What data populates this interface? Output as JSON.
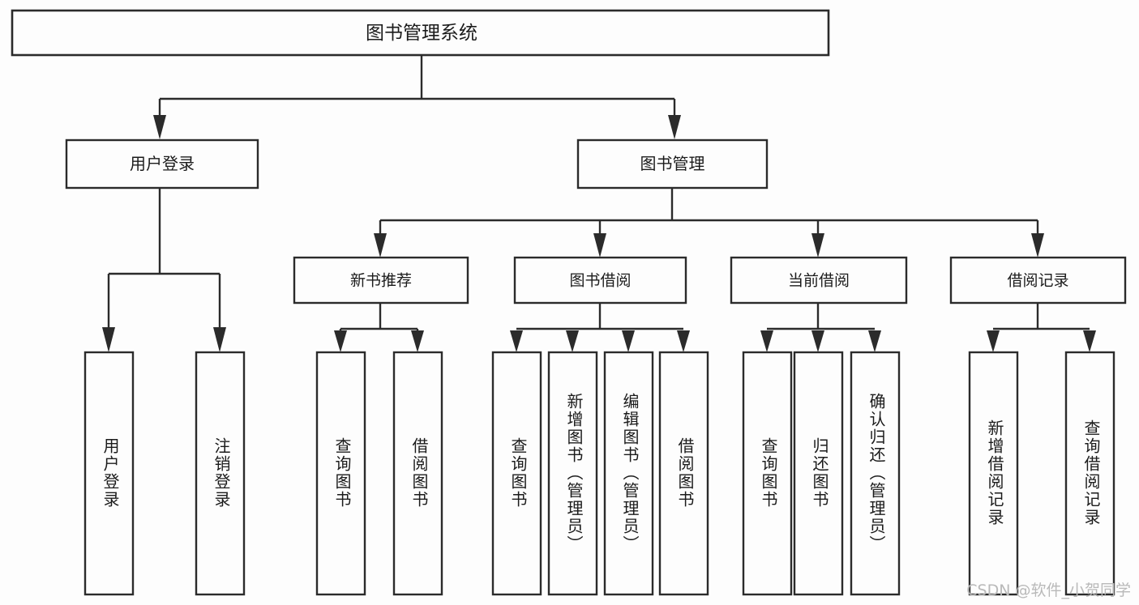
{
  "diagram": {
    "title": "图书管理系统",
    "type": "hierarchy-tree",
    "orientation": "top-down",
    "watermark": "CSDN @软件_小贺同学",
    "colors": {
      "background": "#fdfdfd",
      "line": "#2b2b2b",
      "box_fill": "#fdfdfd",
      "box_stroke": "#2b2b2b",
      "text": "#1b1b1b",
      "watermark": "#b9b9b9"
    }
  },
  "root": {
    "label": "图书管理系统"
  },
  "level1": [
    {
      "label": "用户登录"
    },
    {
      "label": "图书管理"
    }
  ],
  "level2": [
    {
      "label": "新书推荐"
    },
    {
      "label": "图书借阅"
    },
    {
      "label": "当前借阅"
    },
    {
      "label": "借阅记录"
    }
  ],
  "leaves": {
    "user_login": [
      {
        "label": "用户登录"
      },
      {
        "label": "注销登录"
      }
    ],
    "new_book_recommend": [
      {
        "label": "查询图书"
      },
      {
        "label": "借阅图书"
      }
    ],
    "book_borrow": [
      {
        "label": "查询图书"
      },
      {
        "label": "新增图书（管理员）"
      },
      {
        "label": "编辑图书（管理员）"
      },
      {
        "label": "借阅图书"
      }
    ],
    "current_borrow": [
      {
        "label": "查询图书"
      },
      {
        "label": "归还图书"
      },
      {
        "label": "确认归还（管理员）"
      }
    ],
    "borrow_record": [
      {
        "label": "新增借阅记录"
      },
      {
        "label": "查询借阅记录"
      }
    ]
  },
  "chart_data": {
    "type": "table",
    "title": "图书管理系统",
    "nodes": [
      {
        "id": "root",
        "label": "图书管理系统",
        "level": 0,
        "parent": null
      },
      {
        "id": "l1-0",
        "label": "用户登录",
        "level": 1,
        "parent": "root"
      },
      {
        "id": "l1-1",
        "label": "图书管理",
        "level": 1,
        "parent": "root"
      },
      {
        "id": "l2-0",
        "label": "新书推荐",
        "level": 2,
        "parent": "l1-1"
      },
      {
        "id": "l2-1",
        "label": "图书借阅",
        "level": 2,
        "parent": "l1-1"
      },
      {
        "id": "l2-2",
        "label": "当前借阅",
        "level": 2,
        "parent": "l1-1"
      },
      {
        "id": "l2-3",
        "label": "借阅记录",
        "level": 2,
        "parent": "l1-1"
      },
      {
        "id": "leaf-0",
        "label": "用户登录",
        "level": 3,
        "parent": "l1-0"
      },
      {
        "id": "leaf-1",
        "label": "注销登录",
        "level": 3,
        "parent": "l1-0"
      },
      {
        "id": "leaf-2",
        "label": "查询图书",
        "level": 3,
        "parent": "l2-0"
      },
      {
        "id": "leaf-3",
        "label": "借阅图书",
        "level": 3,
        "parent": "l2-0"
      },
      {
        "id": "leaf-4",
        "label": "查询图书",
        "level": 3,
        "parent": "l2-1"
      },
      {
        "id": "leaf-5",
        "label": "新增图书（管理员）",
        "level": 3,
        "parent": "l2-1"
      },
      {
        "id": "leaf-6",
        "label": "编辑图书（管理员）",
        "level": 3,
        "parent": "l2-1"
      },
      {
        "id": "leaf-7",
        "label": "借阅图书",
        "level": 3,
        "parent": "l2-1"
      },
      {
        "id": "leaf-8",
        "label": "查询图书",
        "level": 3,
        "parent": "l2-2"
      },
      {
        "id": "leaf-9",
        "label": "归还图书",
        "level": 3,
        "parent": "l2-2"
      },
      {
        "id": "leaf-10",
        "label": "确认归还（管理员）",
        "level": 3,
        "parent": "l2-2"
      },
      {
        "id": "leaf-11",
        "label": "新增借阅记录",
        "level": 3,
        "parent": "l2-3"
      },
      {
        "id": "leaf-12",
        "label": "查询借阅记录",
        "level": 3,
        "parent": "l2-3"
      }
    ]
  }
}
